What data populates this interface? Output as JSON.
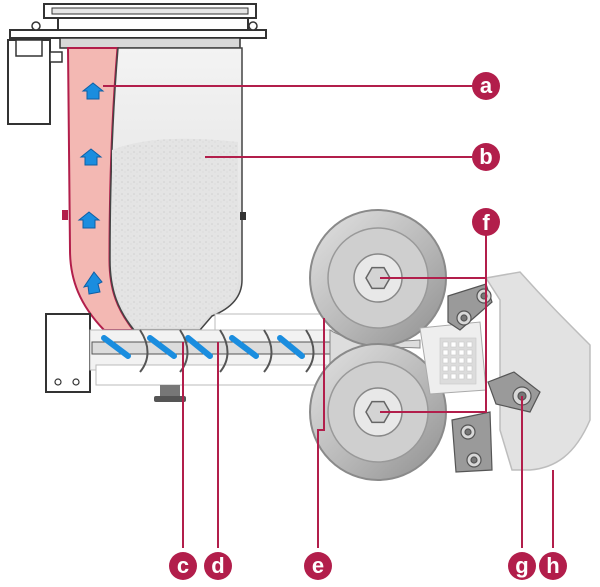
{
  "colors": {
    "accent": "#b21e4b",
    "jacket": "#f3b8b3",
    "powder": "#e6e6e6",
    "metal": "#b9b9b9",
    "dark": "#333333",
    "arrow": "#1a8ddf"
  },
  "labels": {
    "a": "a",
    "b": "b",
    "c": "c",
    "d": "d",
    "e": "e",
    "f": "f",
    "g": "g",
    "h": "h"
  },
  "icons": [
    "up-arrow-icon",
    "hex-bolt-icon",
    "screw-flight-icon"
  ]
}
